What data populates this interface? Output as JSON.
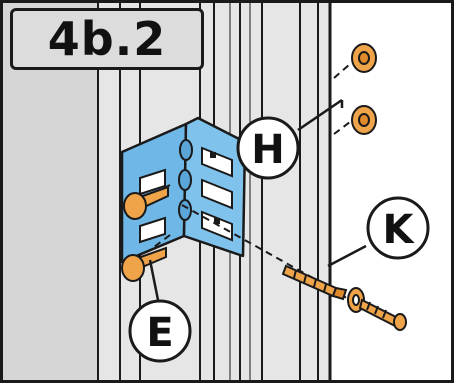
{
  "step": {
    "label": "4b.2"
  },
  "callouts": {
    "H": "H",
    "K": "K",
    "E": "E"
  },
  "colors": {
    "bracket": "#6fb7e6",
    "fastener": "#f0a44a",
    "outline": "#1a1a1a",
    "panel": "#dcdcdc"
  },
  "icons": [
    "corner-bracket-icon",
    "plastic-plug-icon",
    "wall-anchor-icon",
    "screw-icon",
    "washer-icon",
    "cap-nut-icon"
  ]
}
